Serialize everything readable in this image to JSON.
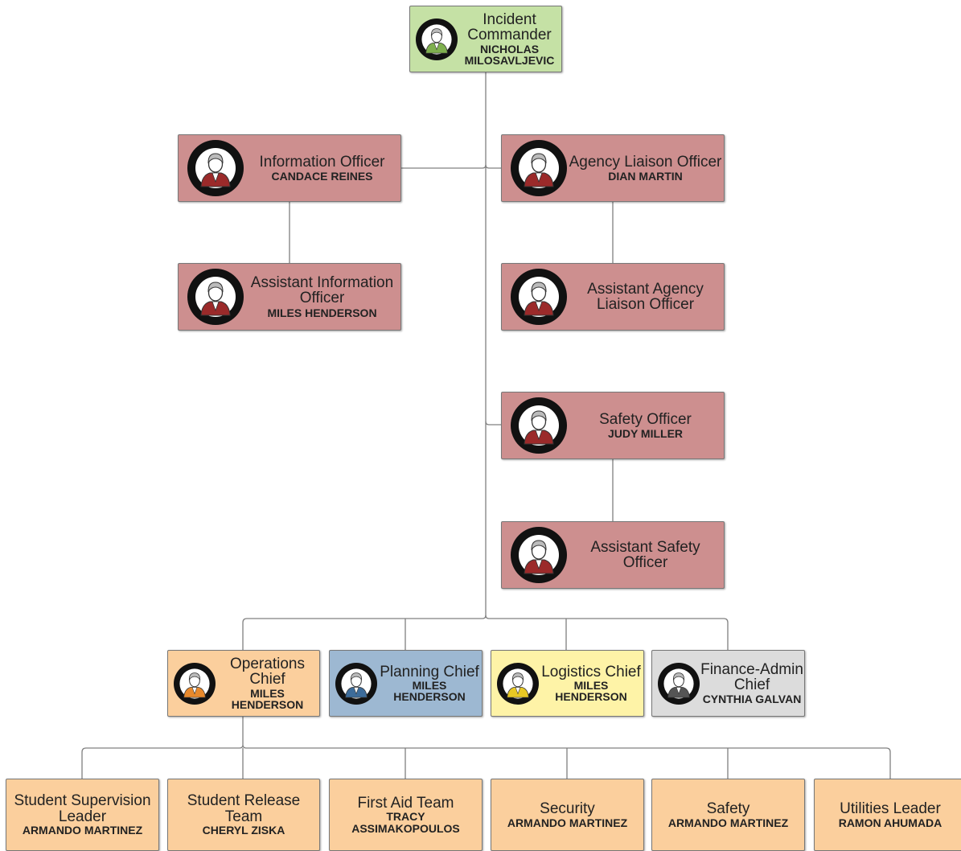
{
  "colors": {
    "command": "#c5e1a5",
    "staff": "#cd8f8f",
    "operations": "#fbcf9d",
    "planning": "#9db8d2",
    "logistics": "#fef3a7",
    "finance": "#dcdcdc",
    "line": "#808080"
  },
  "commander": {
    "title": "Incident Commander",
    "name": "NICHOLAS MILOSAVLJEVIC",
    "icon": "person-badge-icon"
  },
  "command_staff": {
    "information_officer": {
      "title": "Information Officer",
      "name": "CANDACE REINES",
      "icon": "person-badge-icon"
    },
    "assistant_information_officer": {
      "title": "Assistant Information Officer",
      "name": "MILES HENDERSON",
      "icon": "person-badge-icon"
    },
    "agency_liaison_officer": {
      "title": "Agency Liaison Officer",
      "name": "DIAN MARTIN",
      "icon": "person-badge-icon"
    },
    "assistant_agency_liaison_officer": {
      "title": "Assistant Agency Liaison Officer",
      "name": "",
      "icon": "person-badge-icon"
    },
    "safety_officer": {
      "title": "Safety Officer",
      "name": "JUDY MILLER",
      "icon": "person-badge-icon"
    },
    "assistant_safety_officer": {
      "title": "Assistant Safety Officer",
      "name": "",
      "icon": "person-badge-icon"
    }
  },
  "general_staff": [
    {
      "title": "Operations Chief",
      "name": "MILES HENDERSON",
      "color": "#fbcf9d",
      "icon": "person-badge-icon"
    },
    {
      "title": "Planning Chief",
      "name": "MILES HENDERSON",
      "color": "#9db8d2",
      "icon": "person-badge-icon"
    },
    {
      "title": "Logistics Chief",
      "name": "MILES HENDERSON",
      "color": "#fef3a7",
      "icon": "person-badge-icon"
    },
    {
      "title": "Finance-Admin Chief",
      "name": "CYNTHIA GALVAN",
      "color": "#dcdcdc",
      "icon": "person-badge-icon"
    }
  ],
  "operations_units": [
    {
      "title": "Student Supervision Leader",
      "name": "ARMANDO MARTINEZ"
    },
    {
      "title": "Student Release Team",
      "name": "CHERYL ZISKA"
    },
    {
      "title": "First Aid Team",
      "name": "TRACY ASSIMAKOPOULOS"
    },
    {
      "title": "Security",
      "name": "ARMANDO MARTINEZ"
    },
    {
      "title": "Safety",
      "name": "ARMANDO MARTINEZ"
    },
    {
      "title": "Utilities Leader",
      "name": "RAMON AHUMADA"
    }
  ]
}
